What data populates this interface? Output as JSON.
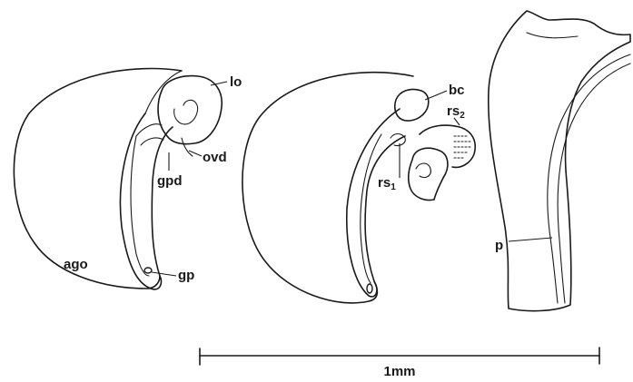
{
  "labels": {
    "lo": "lo",
    "ovd": "ovd",
    "gpd": "gpd",
    "ago": "ago",
    "gp": "gp",
    "bc": "bc",
    "rs": "rs",
    "rs1_sub": "1",
    "rs2_sub": "2",
    "p": "p"
  },
  "scale_bar": {
    "label": "1mm"
  },
  "colors": {
    "ink": "#1a1a1a",
    "background": "#ffffff"
  }
}
